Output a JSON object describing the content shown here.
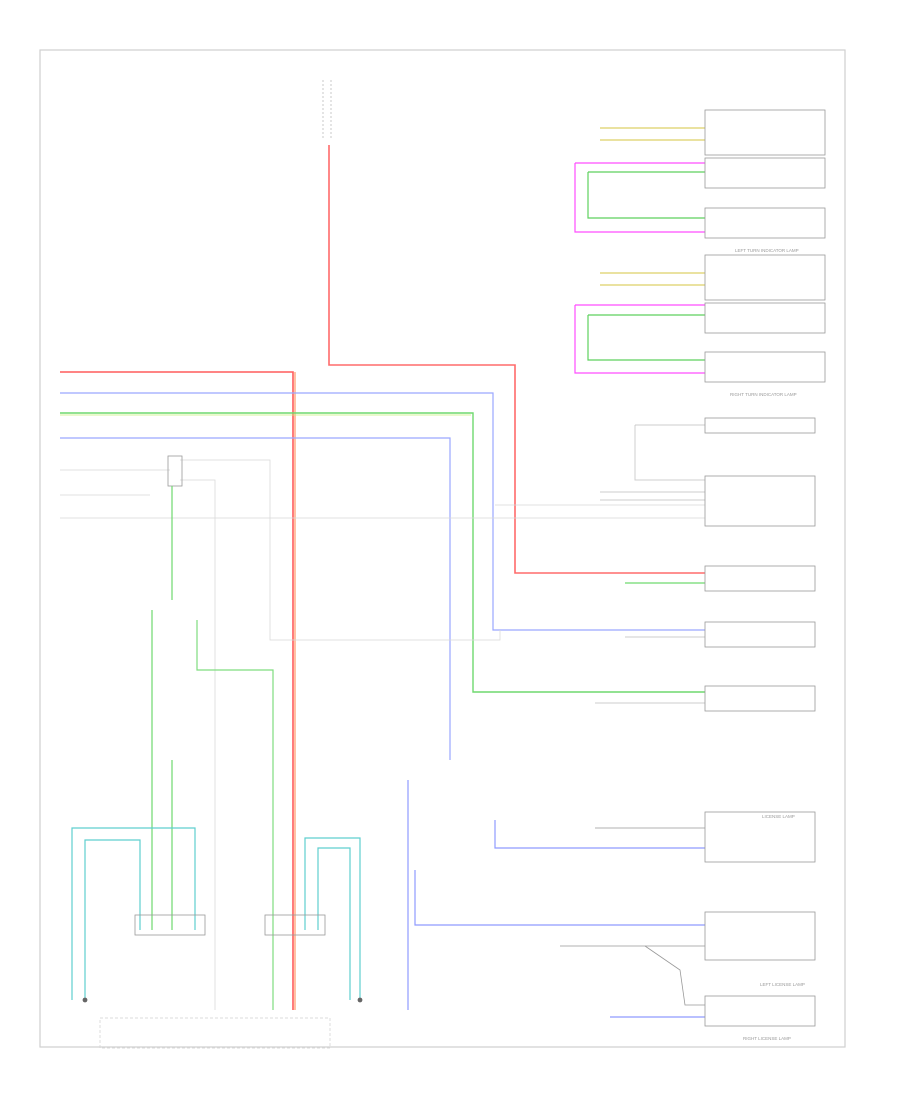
{
  "diagram": {
    "fuse_label": "",
    "fuse_lines": [
      "",
      "",
      "",
      "",
      ""
    ],
    "fuse_wire_label": "",
    "components": {
      "drl_relay_left": "",
      "drl_relay_right": "",
      "turn_left": "LEFT TURN INDICATOR LAMP",
      "turn_right": "RIGHT TURN INDICATOR LAMP",
      "tail_pass_dash": "",
      "license_left": "LICENSE LAMP",
      "license_right": "RIGHT LICENSE LAMP",
      "license_left_2": "LEFT LICENSE LAMP",
      "cargo_lamp": "",
      "cargo_lamp_2": "",
      "hazard_lamp": "",
      "left_rear_lamp": "",
      "right_rear_lamp": "",
      "corner_label": ""
    },
    "colors": {
      "red": "#ff3b3b",
      "orange": "#ff7a45",
      "blue": "#7f8bff",
      "light_blue": "#9aa7ff",
      "green": "#5ed15e",
      "yellow_green": "#a8e03a",
      "magenta": "#ff4dff",
      "teal": "#3fbfbf",
      "gray": "#c8c8c8"
    }
  }
}
